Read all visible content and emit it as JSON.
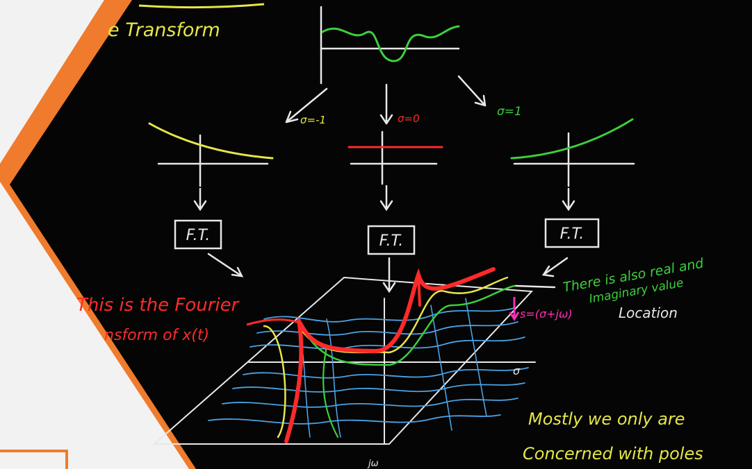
{
  "colors": {
    "board": "#050505",
    "accent_orange": "#f07b2c",
    "page_bg": "#f2f2f2",
    "chalk_white": "#e8e8e8",
    "chalk_yellow": "#e6e64a",
    "chalk_green": "#3ccf3c",
    "chalk_red": "#ff2a2a",
    "chalk_pink": "#ff2fb3",
    "chalk_blue": "#4aa3e6"
  },
  "board": {
    "title_fragment": "e Transform",
    "sigma_neg": "σ=-1",
    "sigma_zero": "σ=0",
    "sigma_pos": "σ=1",
    "ft_left": "F.T.",
    "ft_mid": "F.T.",
    "ft_right": "F.T.",
    "note_red_line1": "This is the Fourier",
    "note_red_line2": "nsform of x(t)",
    "note_green_line1": "There is also real and",
    "note_green_line2": "Imaginary value",
    "note_pink": "s=(σ+jω)",
    "note_location": "Location",
    "axis_sigma": "σ",
    "axis_jw": "jω",
    "note_yellow_line1": "Mostly we only are",
    "note_yellow_line2": "Concerned with poles"
  }
}
